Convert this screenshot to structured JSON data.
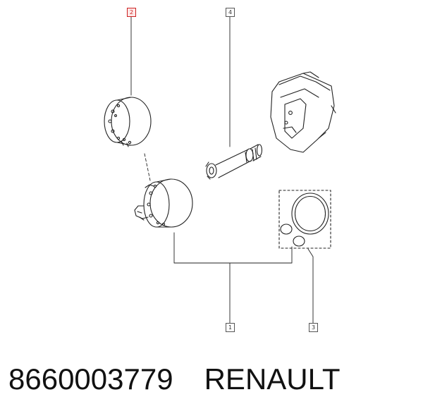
{
  "callouts": {
    "c1": "1",
    "c2": "2",
    "c3": "3",
    "c4": "4"
  },
  "highlight_color": "#cc2222",
  "caption": {
    "part_number": "8660003779",
    "brand": "RENAULT"
  }
}
